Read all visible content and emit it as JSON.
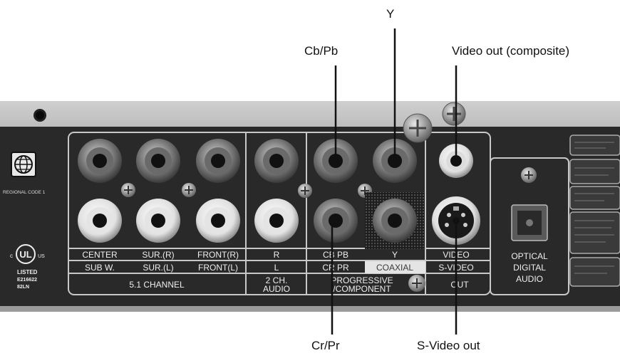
{
  "callouts": {
    "y": "Y",
    "cb_pb": "Cb/Pb",
    "video_out": "Video out (composite)",
    "cr_pr": "Cr/Pr",
    "s_video_out": "S-Video out"
  },
  "panel": {
    "regional_code": "REGIONAL CODE 1",
    "ul": {
      "c": "c",
      "mark": "UL",
      "us": "US",
      "listed": "LISTED",
      "file": "E216622",
      "model": "82LN"
    },
    "row1": {
      "center": "CENTER",
      "sur_r": "SUR.(R)",
      "front_r": "FRONT(R)",
      "r": "R",
      "cb_pb": "CB PB",
      "y": "Y",
      "video": "VIDEO"
    },
    "row2": {
      "sub_w": "SUB W.",
      "sur_l": "SUR.(L)",
      "front_l": "FRONT(L)",
      "l": "L",
      "cr_pr": "CR PR",
      "coaxial": "COAXIAL",
      "s_video": "S-VIDEO"
    },
    "groups": {
      "channel_51": "5.1 CHANNEL",
      "ch2_line1": "2 CH.",
      "ch2_line2": "AUDIO",
      "prog_line1": "PROGRESSIVE",
      "prog_line2": "/COMPONENT",
      "out": "OUT"
    },
    "optical": {
      "line1": "OPTICAL",
      "line2": "DIGITAL",
      "line3": "AUDIO"
    }
  }
}
